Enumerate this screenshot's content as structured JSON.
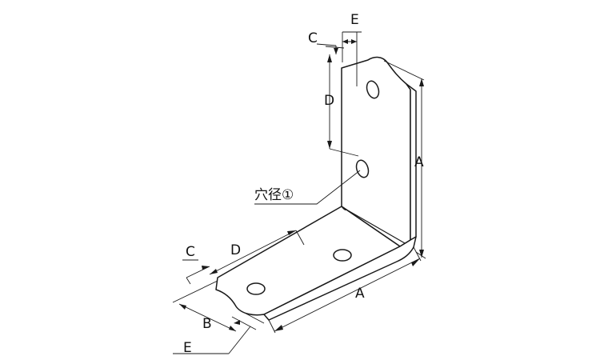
{
  "labels": {
    "a_vertical": "A",
    "a_horizontal": "A",
    "b": "B",
    "c_vertical": "C",
    "c_horizontal": "C",
    "d_vertical": "D",
    "d_horizontal": "D",
    "e_top": "E",
    "e_bottom": "E",
    "hole_diameter": "穴径①"
  },
  "colors": {
    "line": "#1a1a1a",
    "background": "#ffffff"
  }
}
